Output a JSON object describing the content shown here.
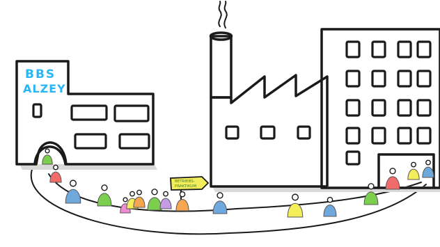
{
  "school": {
    "sign_line1": "BBS",
    "sign_line2": "ALZEY",
    "sign_color": "#29b6f6"
  },
  "signpost": {
    "line1": "BETRIEBS-",
    "line2": "PRAKTIKUM",
    "board_color": "#f4ee5a"
  },
  "people_colors": {
    "green": "#7ccf4e",
    "red": "#f26b6b",
    "blue": "#6fa8dc",
    "yellow": "#f4ee5a",
    "orange": "#f6a64e",
    "pink": "#f08ad4",
    "violet": "#c59be6"
  }
}
